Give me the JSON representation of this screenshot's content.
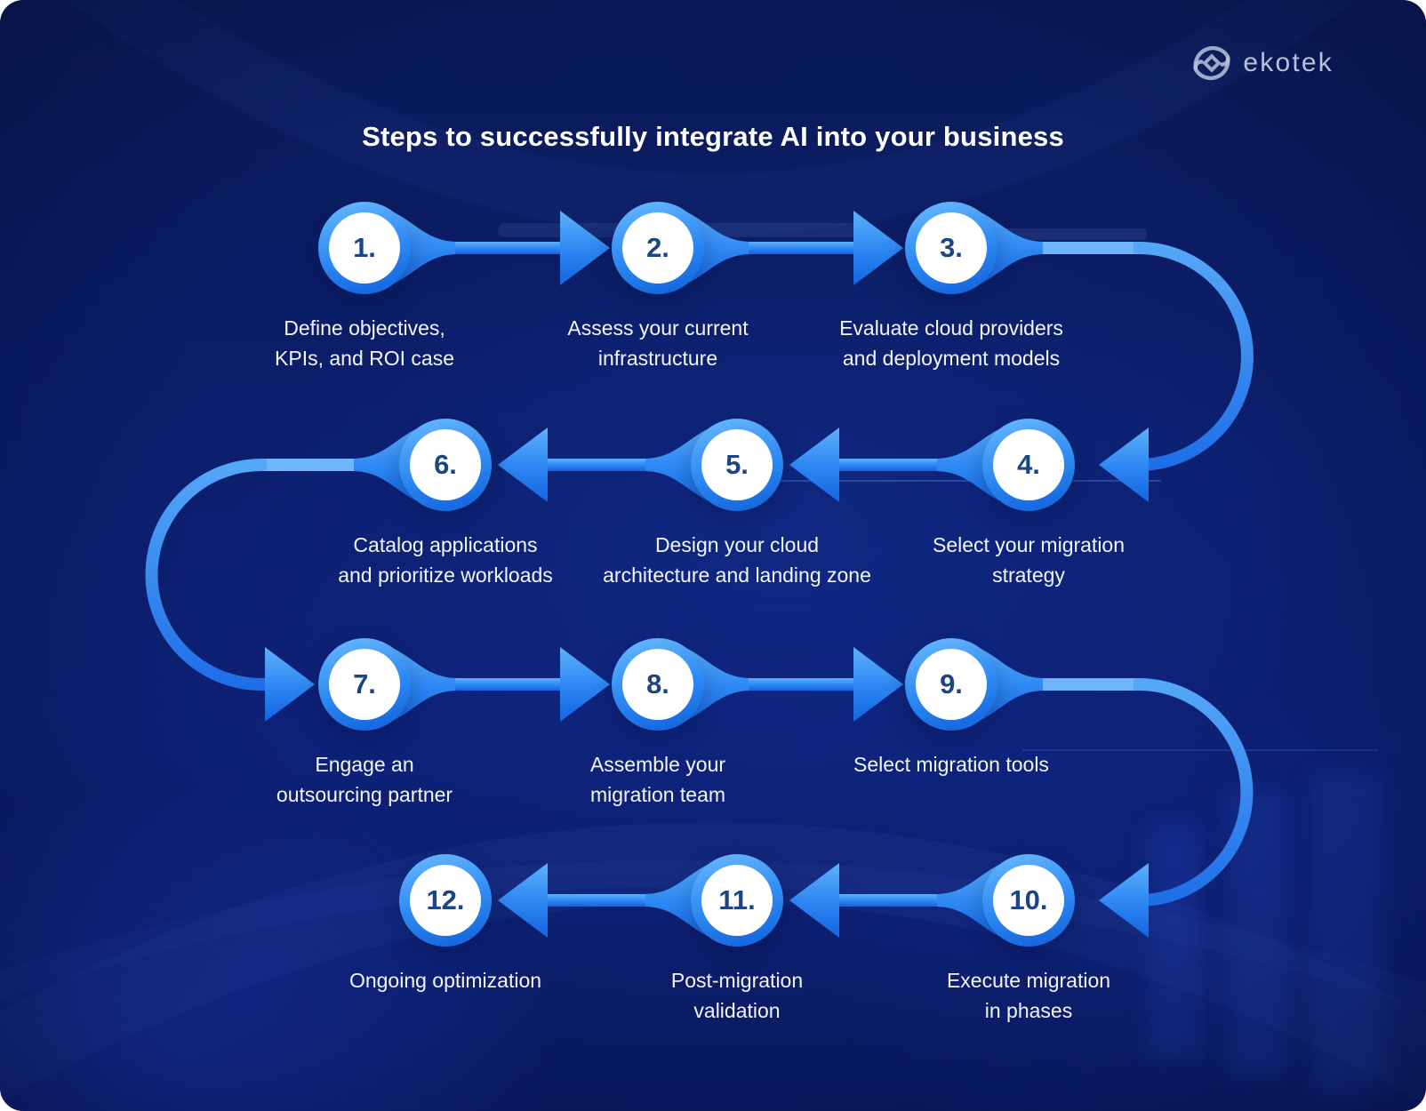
{
  "logo": {
    "text": "ekotek"
  },
  "title": "Steps to successfully integrate AI into your business",
  "steps": [
    {
      "num": "1.",
      "lines": [
        "Define objectives,",
        "KPIs, and ROI case"
      ]
    },
    {
      "num": "2.",
      "lines": [
        "Assess your current",
        "infrastructure"
      ]
    },
    {
      "num": "3.",
      "lines": [
        "Evaluate cloud providers",
        "and deployment models"
      ]
    },
    {
      "num": "4.",
      "lines": [
        "Select your migration",
        "strategy"
      ]
    },
    {
      "num": "5.",
      "lines": [
        "Design your cloud",
        "architecture and landing zone"
      ]
    },
    {
      "num": "6.",
      "lines": [
        "Catalog applications",
        "and prioritize workloads"
      ]
    },
    {
      "num": "7.",
      "lines": [
        "Engage an",
        "outsourcing partner"
      ]
    },
    {
      "num": "8.",
      "lines": [
        "Assemble your",
        "migration team"
      ]
    },
    {
      "num": "9.",
      "lines": [
        "Select migration tools"
      ]
    },
    {
      "num": "10.",
      "lines": [
        "Execute migration",
        "in phases"
      ]
    },
    {
      "num": "11.",
      "lines": [
        "Post-migration",
        "validation"
      ]
    },
    {
      "num": "12.",
      "lines": [
        "Ongoing optimization"
      ]
    }
  ],
  "colors": {
    "background": "#0c1e6c",
    "node_ring_light": "#66b7fb",
    "node_ring_dark": "#0f5fd9",
    "connector": "#2f8af3",
    "connector_highlight": "#6fb5f8",
    "number_text": "#1d4584",
    "label_text": "#f2f5fc",
    "title_text": "#ffffff",
    "logo_text": "#b7c1d8"
  }
}
